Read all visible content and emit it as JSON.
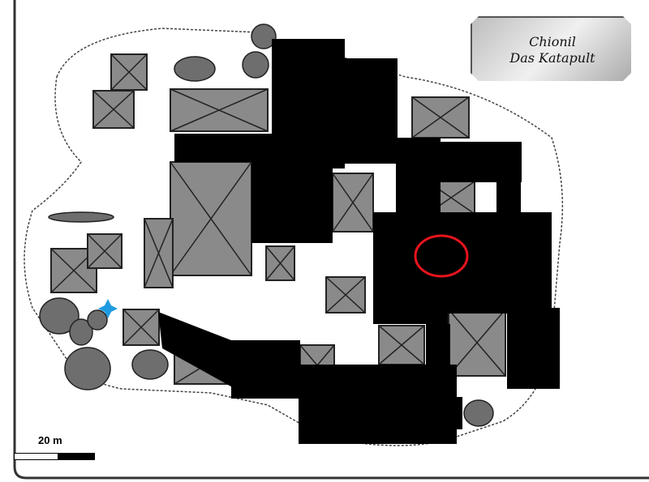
{
  "title": {
    "line1": "Chionil",
    "line2": "Das Katapult"
  },
  "scale": {
    "label": "20 m"
  },
  "colors": {
    "building": "#8a8a8a",
    "rock": "#6e6e6e",
    "marker_circle": "#e8141c",
    "marker_blue": "#1e9be0",
    "redaction": "#000000"
  }
}
